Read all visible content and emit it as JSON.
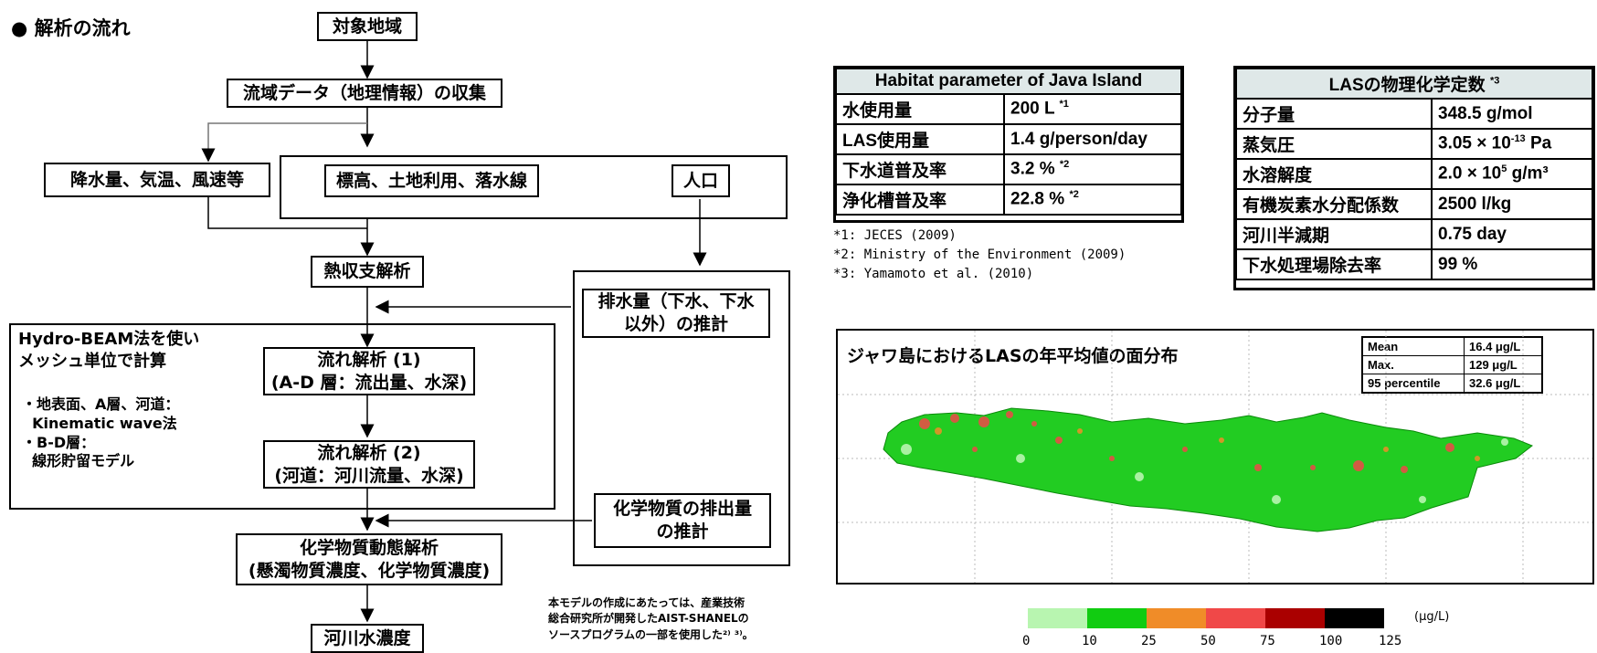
{
  "flow": {
    "heading": "● 解析の流れ",
    "target_area": "対象地域",
    "collect": "流域データ（地理情報）の収集",
    "meteo": "降水量、気温、風速等",
    "terrain": "標高、土地利用、落水線",
    "population": "人口",
    "heat": "熱収支解析",
    "drainage": "排水量（下水、下水\n以外）の推計",
    "hydro_note_title": "Hydro-BEAM法を使い\nメッシュ単位で計算",
    "hydro_note_body": "・地表面、A層、河道：\n  Kinematic wave法\n・B-D層：\n  線形貯留モデル",
    "flow1": "流れ解析 (1)\n(A-D 層：流出量、水深)",
    "flow2": "流れ解析 (2)\n(河道：河川流量、水深)",
    "chem_emission": "化学物質の排出量\nの推計",
    "chem_dynamics": "化学物質動態解析\n(懸濁物質濃度、化学物質濃度)",
    "river_conc": "河川水濃度",
    "credit": "本モデルの作成にあたっては、産業技術\n総合研究所が開発したAIST-SHANELの\nソースプログラムの一部を使用した²⁾ ³⁾。"
  },
  "habitat_table": {
    "title": "Habitat parameter of Java Island",
    "rows": [
      {
        "k": "水使用量",
        "v": "200 L",
        "sup": "*1"
      },
      {
        "k": "LAS使用量",
        "v": "1.4 g/person/day",
        "sup": ""
      },
      {
        "k": "下水道普及率",
        "v": "3.2 %",
        "sup": "*2"
      },
      {
        "k": "浄化槽普及率",
        "v": "22.8 %",
        "sup": "*2"
      }
    ]
  },
  "footnotes": [
    "*1: JECES (2009)",
    "*2: Ministry of the Environment (2009)",
    "*3: Yamamoto et al. (2010)"
  ],
  "las_table": {
    "title": "LASの物理化学定数",
    "title_sup": "*3",
    "rows": [
      {
        "k": "分子量",
        "v": "348.5 g/mol"
      },
      {
        "k": "蒸気圧",
        "v": "3.05 × 10",
        "sup": "-13",
        "tail": " Pa"
      },
      {
        "k": "水溶解度",
        "v": "2.0 × 10",
        "sup": "5",
        "tail": " g/m³"
      },
      {
        "k": "有機炭素水分配係数",
        "v": "2500 l/kg"
      },
      {
        "k": "河川半減期",
        "v": "0.75 day"
      },
      {
        "k": "下水処理場除去率",
        "v": "99 %"
      }
    ]
  },
  "map": {
    "title": "ジャワ島におけるLASの年平均値の面分布",
    "stats": [
      {
        "k": "Mean",
        "v": "16.4 μg/L"
      },
      {
        "k": "Max.",
        "v": "129 μg/L"
      },
      {
        "k": "95 percentile",
        "v": "32.6 μg/L"
      }
    ]
  },
  "legend": {
    "unit": "(μg/L)",
    "ticks": [
      "0",
      "10",
      "25",
      "50",
      "75",
      "100",
      "125"
    ],
    "colors": [
      "#b8f5b0",
      "#11cc11",
      "#f08c28",
      "#f04848",
      "#aa0000",
      "#000000"
    ]
  }
}
